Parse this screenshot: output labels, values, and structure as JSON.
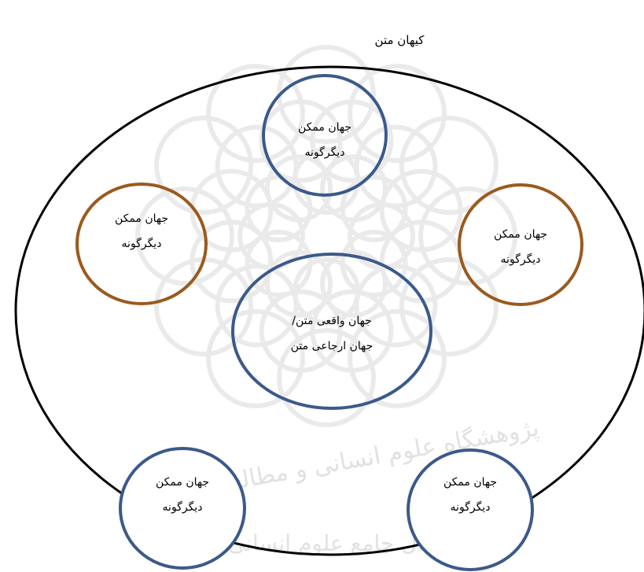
{
  "diagram": {
    "outer_title": "کیهان متن",
    "colors": {
      "outer_stroke": "#000000",
      "blue_stroke": "#3b5a8a",
      "brown_stroke": "#9a5a1f",
      "watermark": "#d6d6d6"
    },
    "circles": [
      {
        "id": "top",
        "color": "blue",
        "lines": [
          "جهان ممکن",
          "دیگرگونه"
        ]
      },
      {
        "id": "left",
        "color": "brown",
        "lines": [
          "جهان ممکن",
          "دیگرگونه"
        ]
      },
      {
        "id": "right",
        "color": "brown",
        "lines": [
          "جهان ممکن",
          "دیگرگونه"
        ]
      },
      {
        "id": "center",
        "color": "blue",
        "lines": [
          "جهان واقعی متن/",
          "جهان ارجاعی متن"
        ]
      },
      {
        "id": "bottom-left",
        "color": "blue",
        "lines": [
          "جهان ممکن",
          "دیگرگونه"
        ]
      },
      {
        "id": "bottom-right",
        "color": "blue",
        "lines": [
          "جهان ممکن",
          "دیگرگونه"
        ]
      }
    ],
    "watermark": {
      "icon": "rosette-logo-icon",
      "text_line1": "پژوهشگاه علوم انسانی و مطالعات فرهنگی",
      "text_line2": "پرتال جامع علوم انسانی"
    }
  }
}
